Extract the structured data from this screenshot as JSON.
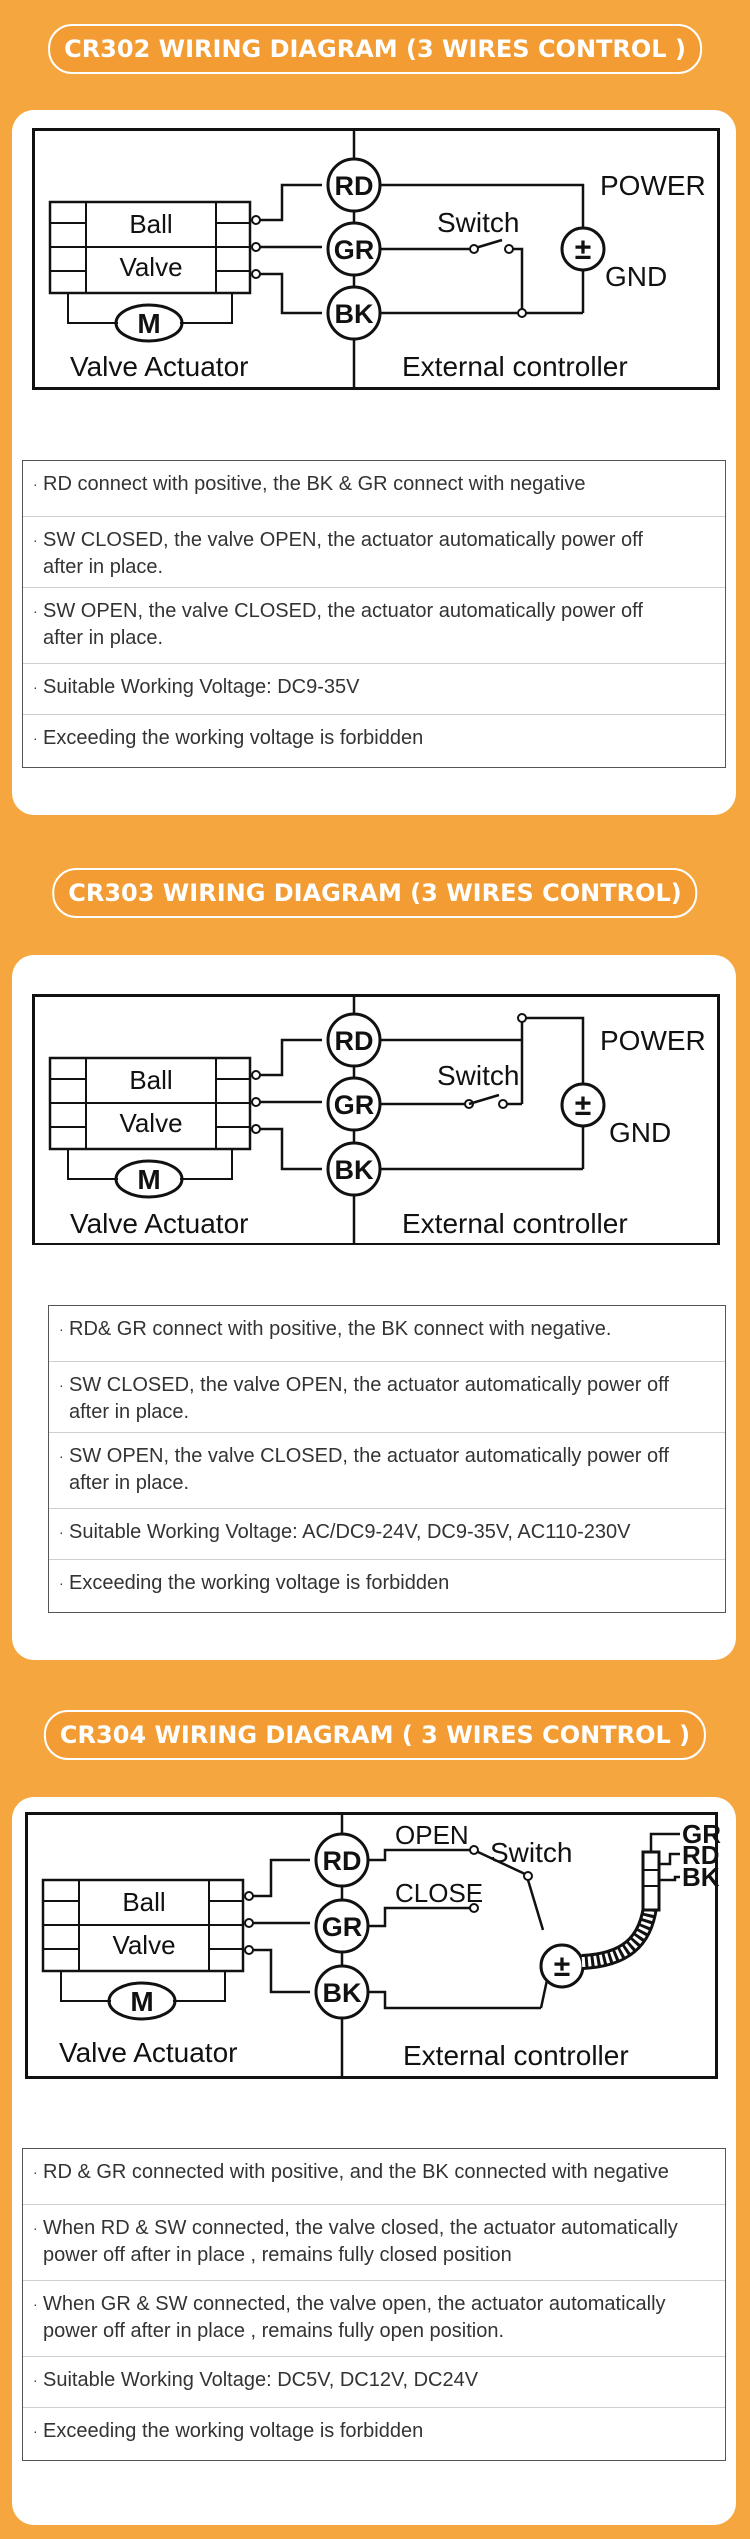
{
  "sections": [
    {
      "title": "CR302 WIRING DIAGRAM (3 WIRES CONTROL )",
      "diagram": {
        "valve_labels": [
          "Ball",
          "Valve"
        ],
        "motor": "M",
        "left_caption": "Valve   Actuator",
        "right_caption": "External controller",
        "terminals": [
          "RD",
          "GR",
          "BK"
        ],
        "switch": "Switch",
        "power": "POWER",
        "gnd": "GND",
        "pm": "±"
      },
      "notes": [
        "RD connect with positive, the BK & GR connect with negative",
        "SW CLOSED, the valve OPEN, the actuator automatically power off after in place.",
        "SW OPEN, the valve CLOSED, the actuator automatically power off after in place.",
        "Suitable Working Voltage: DC9-35V",
        "Exceeding the working voltage is forbidden"
      ]
    },
    {
      "title": "CR303 WIRING DIAGRAM (3 WIRES CONTROL)",
      "diagram": {
        "valve_labels": [
          "Ball",
          "Valve"
        ],
        "motor": "M",
        "left_caption": "Valve   Actuator",
        "right_caption": "External controller",
        "terminals": [
          "RD",
          "GR",
          "BK"
        ],
        "switch": "Switch",
        "power": "POWER",
        "gnd": "GND",
        "pm": "±"
      },
      "notes": [
        "RD& GR connect with positive, the BK connect with negative.",
        "SW CLOSED, the valve OPEN,  the actuator automatically power off after in place.",
        "SW OPEN, the valve CLOSED,  the actuator automatically power off after in place.",
        "Suitable Working Voltage: AC/DC9-24V, DC9-35V, AC110-230V",
        "Exceeding the working voltage is forbidden"
      ]
    },
    {
      "title": "CR304 WIRING DIAGRAM ( 3 WIRES CONTROL )",
      "diagram": {
        "valve_labels": [
          "Ball",
          "Valve"
        ],
        "motor": "M",
        "left_caption": "Valve   Actuator",
        "right_caption": "External controller",
        "terminals": [
          "RD",
          "GR",
          "BK"
        ],
        "open": "OPEN",
        "close": "CLOSE",
        "switch": "Switch",
        "pm": "±",
        "plug_labels": [
          "GR",
          "RD",
          "BK"
        ]
      },
      "notes": [
        "RD & GR connected with positive, and the BK connected with negative",
        "When RD & SW connected, the valve closed, the actuator automatically power off after in place , remains fully closed position",
        "When GR & SW connected, the valve open, the actuator automatically power off after in place , remains fully open position.",
        "Suitable Working Voltage: DC5V, DC12V, DC24V",
        "Exceeding the working voltage is forbidden"
      ]
    }
  ]
}
